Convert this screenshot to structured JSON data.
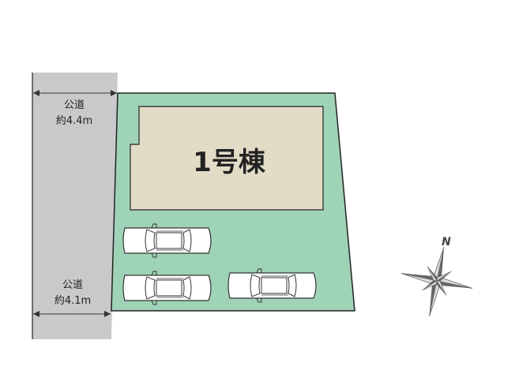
{
  "roads": [
    {
      "name": "公道",
      "width": "約4.4m"
    },
    {
      "name": "公道",
      "width": "約4.1m"
    }
  ],
  "building": {
    "label": "1号棟"
  },
  "compass": {
    "north_label": "N"
  },
  "colors": {
    "road": "#c9c9cb",
    "lot": "#9fd3b8",
    "building": "#e2dcc7",
    "outline": "#222222"
  },
  "parking": {
    "count": 3
  }
}
